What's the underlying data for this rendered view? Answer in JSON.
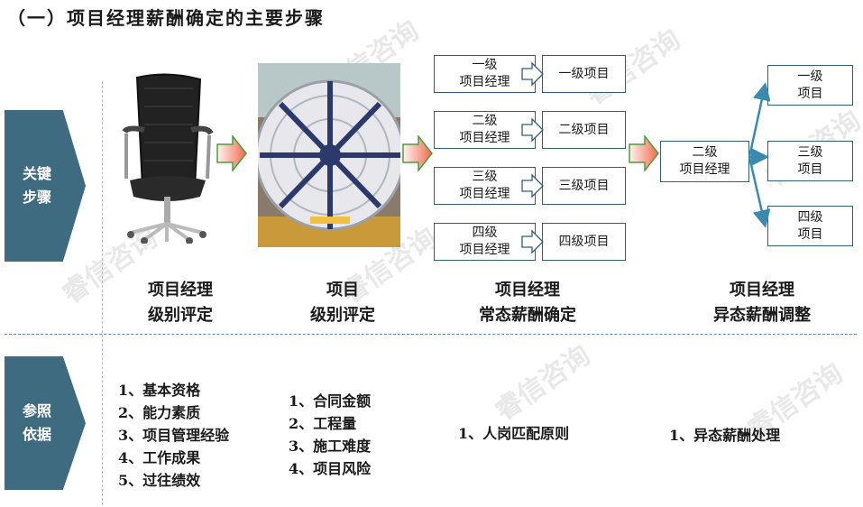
{
  "title": "（一）项目经理薪酬确定的主要步骤",
  "sections": {
    "key_steps": "关键\n步骤",
    "reference": "参照\n依据"
  },
  "pm_levels": [
    {
      "pm": "一级\n项目经理",
      "project": "一级项目"
    },
    {
      "pm": "二级\n项目经理",
      "project": "二级项目"
    },
    {
      "pm": "三级\n项目经理",
      "project": "三级项目"
    },
    {
      "pm": "四级\n项目经理",
      "project": "四级项目"
    }
  ],
  "adjust": {
    "source": "二级\n项目经理",
    "targets": [
      "一级\n项目",
      "三级\n项目",
      "四级\n项目"
    ]
  },
  "step_labels": [
    "项目经理\n级别评定",
    "项目\n级别评定",
    "项目经理\n常态薪酬确定",
    "项目经理\n异态薪酬调整"
  ],
  "basis": {
    "pm_level": [
      "1、基本资格",
      "2、能力素质",
      "3、项目管理经验",
      "4、工作成果",
      "5、过往绩效"
    ],
    "project_level": [
      "1、合同金额",
      "2、工程量",
      "3、施工难度",
      "4、项目风险"
    ],
    "normal_pay": [
      "1、人岗匹配原则"
    ],
    "abnormal_pay": [
      "1、异态薪酬处理"
    ]
  },
  "watermark": "睿信咨询",
  "colors": {
    "accent": "#3f6b80",
    "arrow": "#4a9e3c",
    "arrow_fill": "#f26a4f",
    "box_border": "#2f5f78"
  }
}
